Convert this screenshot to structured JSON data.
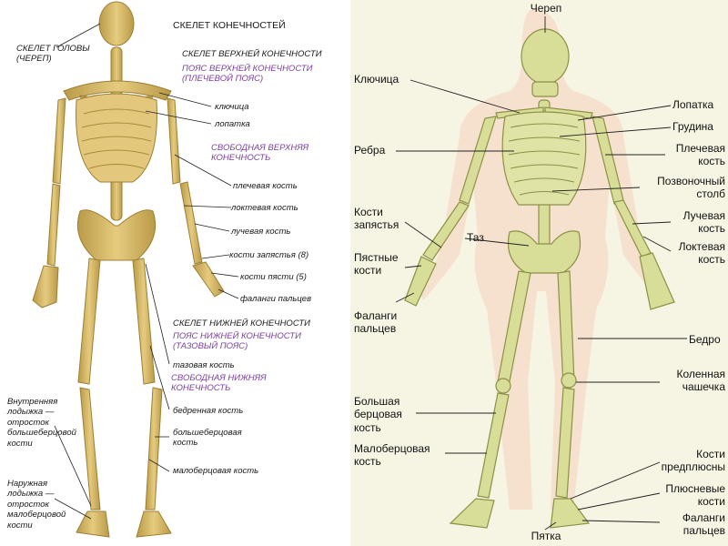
{
  "left": {
    "title": "СКЕЛЕТ КОНЕЧНОСТЕЙ",
    "head": "СКЕЛЕТ ГОЛОВЫ\n(ЧЕРЕП)",
    "upper_limb": "СКЕЛЕТ ВЕРХНЕЙ КОНЕЧНОСТИ",
    "upper_girdle": "ПОЯС ВЕРХНЕЙ КОНЕЧНОСТИ\n(ПЛЕЧЕВОЙ ПОЯС)",
    "clavicle": "ключица",
    "scapula": "лопатка",
    "free_upper": "СВОБОДНАЯ ВЕРХНЯЯ\nКОНЕЧНОСТЬ",
    "humerus": "плечевая кость",
    "ulna": "локтевая кость",
    "radius": "лучевая кость",
    "carpals": "кости запястья (8)",
    "metacarpals": "кости пясти (5)",
    "phalanges": "фаланги пальцев",
    "lower_limb": "СКЕЛЕТ НИЖНЕЙ КОНЕЧНОСТИ",
    "lower_girdle": "ПОЯС НИЖНЕЙ КОНЕЧНОСТИ\n(ТАЗОВЫЙ ПОЯС)",
    "pelvic_bone": "тазовая кость",
    "free_lower": "СВОБОДНАЯ НИЖНЯЯ\nКОНЕЧНОСТЬ",
    "femur": "бедренная кость",
    "tibia": "большеберцовая\nкость",
    "fibula": "малоберцовая кость",
    "medial_malleolus": "Внутренняя\nлодыжка —\nотросток\nбольшеберцовой\nкости",
    "lateral_malleolus": "Наружная\nлодыжка —\nотросток\nмалоберцовой\nкости"
  },
  "right": {
    "skull": "Череп",
    "clavicle": "Ключица",
    "scapula": "Лопатка",
    "sternum": "Грудина",
    "ribs": "Ребра",
    "humerus": "Плечевая\nкость",
    "spine": "Позвоночный\nстолб",
    "carpals": "Кости\nзапястья",
    "pelvis": "Таз",
    "radius": "Лучевая\nкость",
    "metacarpals": "Пястные\nкости",
    "ulna": "Локтевая\nкость",
    "phalanges_hand": "Фаланги\nпальцев",
    "femur": "Бедро",
    "patella": "Коленная\nчашечка",
    "tibia": "Большая\nберцовая\nкость",
    "fibula": "Малоберцовая\nкость",
    "tarsals": "Кости\nпредплюсны",
    "metatarsals": "Плюсневые\nкости",
    "phalanges_foot": "Фаланги\nпальцев",
    "heel": "Пятка"
  },
  "colors": {
    "bone_left": "#d9bc6b",
    "bone_left_shadow": "#a88a3a",
    "bone_right": "#d8dd98",
    "bone_right_shadow": "#8c9147",
    "body_silhouette": "#f3c9b5",
    "violet_text": "#7a3fa0",
    "leader_line": "#222222"
  }
}
